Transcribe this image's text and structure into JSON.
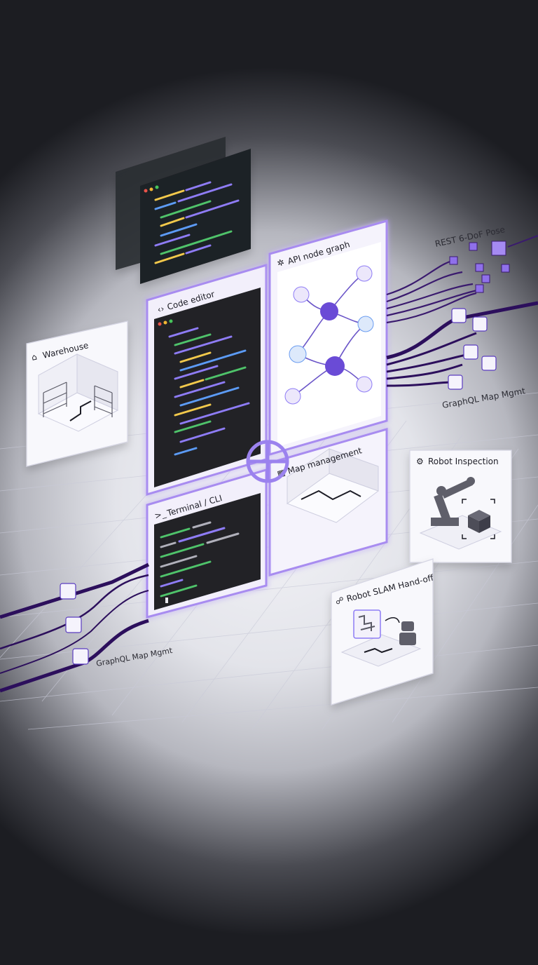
{
  "panels": {
    "warehouse": {
      "title": "Warehouse"
    },
    "code_editor": {
      "title": "Code editor"
    },
    "api_node_graph": {
      "title": "API node graph"
    },
    "terminal": {
      "title": "Terminal / CLI"
    },
    "map_management": {
      "title": "Map management"
    },
    "robot_inspection": {
      "title": "Robot Inspection"
    },
    "robot_slam": {
      "title": "Robot SLAM Hand-off"
    }
  },
  "connections": {
    "rest_pose_label": "REST 6-DoF Pose",
    "graphql_right_label": "GraphQL Map Mgmt",
    "graphql_left_label": "GraphQL Map Mgmt"
  },
  "icons": [
    "code-icon",
    "graph-icon",
    "terminal-icon",
    "map-icon",
    "warehouse-icon",
    "robot-arm-icon",
    "robot-icon",
    "cube-icon",
    "chart-icon",
    "database-icon"
  ],
  "colors": {
    "accent": "#7c5ce6",
    "accent_light": "#b9a6f5",
    "dark_line": "#3a1a6e",
    "editor_bg": "#23242b",
    "panel_bg": "#f7f6fc"
  }
}
